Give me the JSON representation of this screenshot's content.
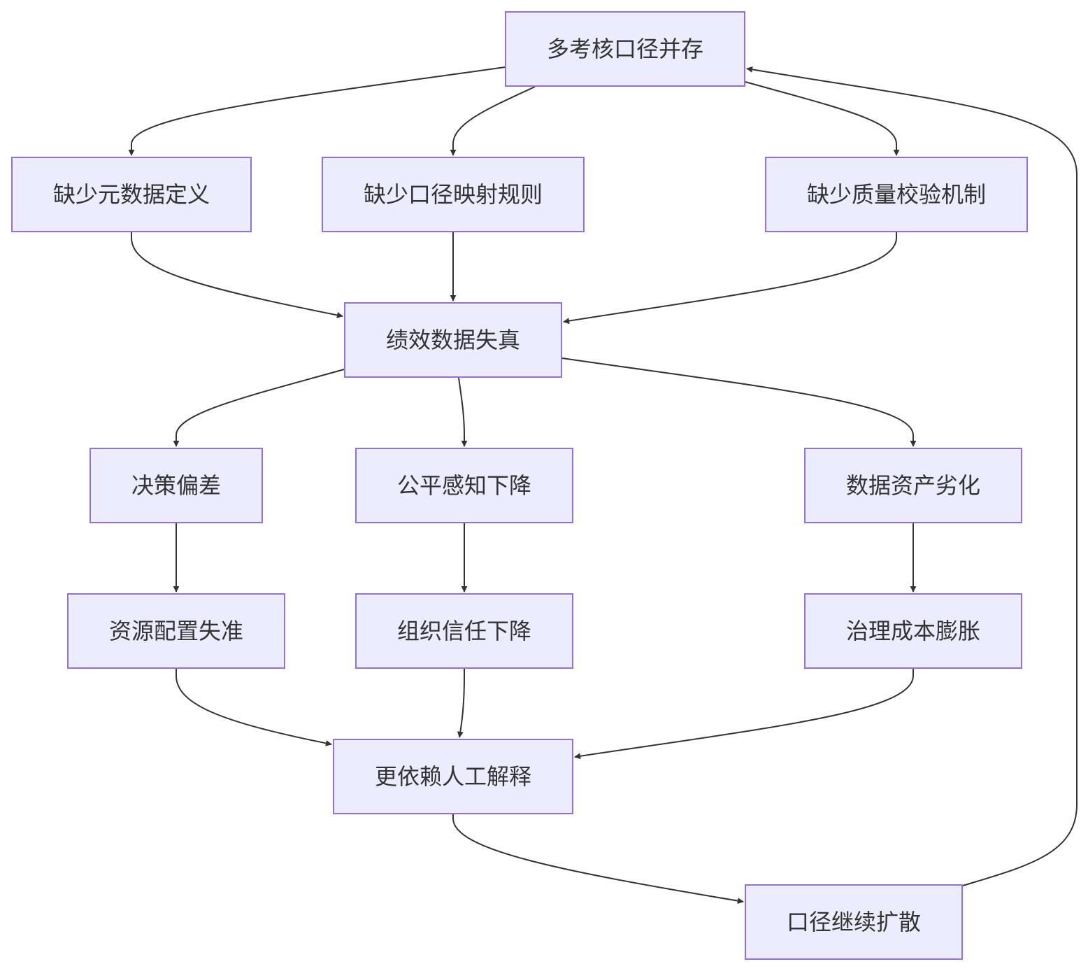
{
  "diagram": {
    "nodes": {
      "a": "多考核口径并存",
      "b": "缺少元数据定义",
      "c": "缺少口径映射规则",
      "d": "缺少质量校验机制",
      "e": "绩效数据失真",
      "f": "决策偏差",
      "g": "公平感知下降",
      "h": "数据资产劣化",
      "i": "资源配置失准",
      "j": "组织信任下降",
      "k": "治理成本膨胀",
      "l": "更依赖人工解释",
      "m": "口径继续扩散"
    },
    "edges": [
      {
        "from": "a",
        "to": "b"
      },
      {
        "from": "a",
        "to": "c"
      },
      {
        "from": "a",
        "to": "d"
      },
      {
        "from": "b",
        "to": "e"
      },
      {
        "from": "c",
        "to": "e"
      },
      {
        "from": "d",
        "to": "e"
      },
      {
        "from": "e",
        "to": "f"
      },
      {
        "from": "e",
        "to": "g"
      },
      {
        "from": "e",
        "to": "h"
      },
      {
        "from": "f",
        "to": "i"
      },
      {
        "from": "g",
        "to": "j"
      },
      {
        "from": "h",
        "to": "k"
      },
      {
        "from": "i",
        "to": "l"
      },
      {
        "from": "j",
        "to": "l"
      },
      {
        "from": "k",
        "to": "l"
      },
      {
        "from": "l",
        "to": "m"
      },
      {
        "from": "m",
        "to": "a"
      }
    ],
    "colors": {
      "node_fill": "#ECECFF",
      "node_border": "#9370DB",
      "text": "#333333",
      "edge": "#333333"
    }
  }
}
